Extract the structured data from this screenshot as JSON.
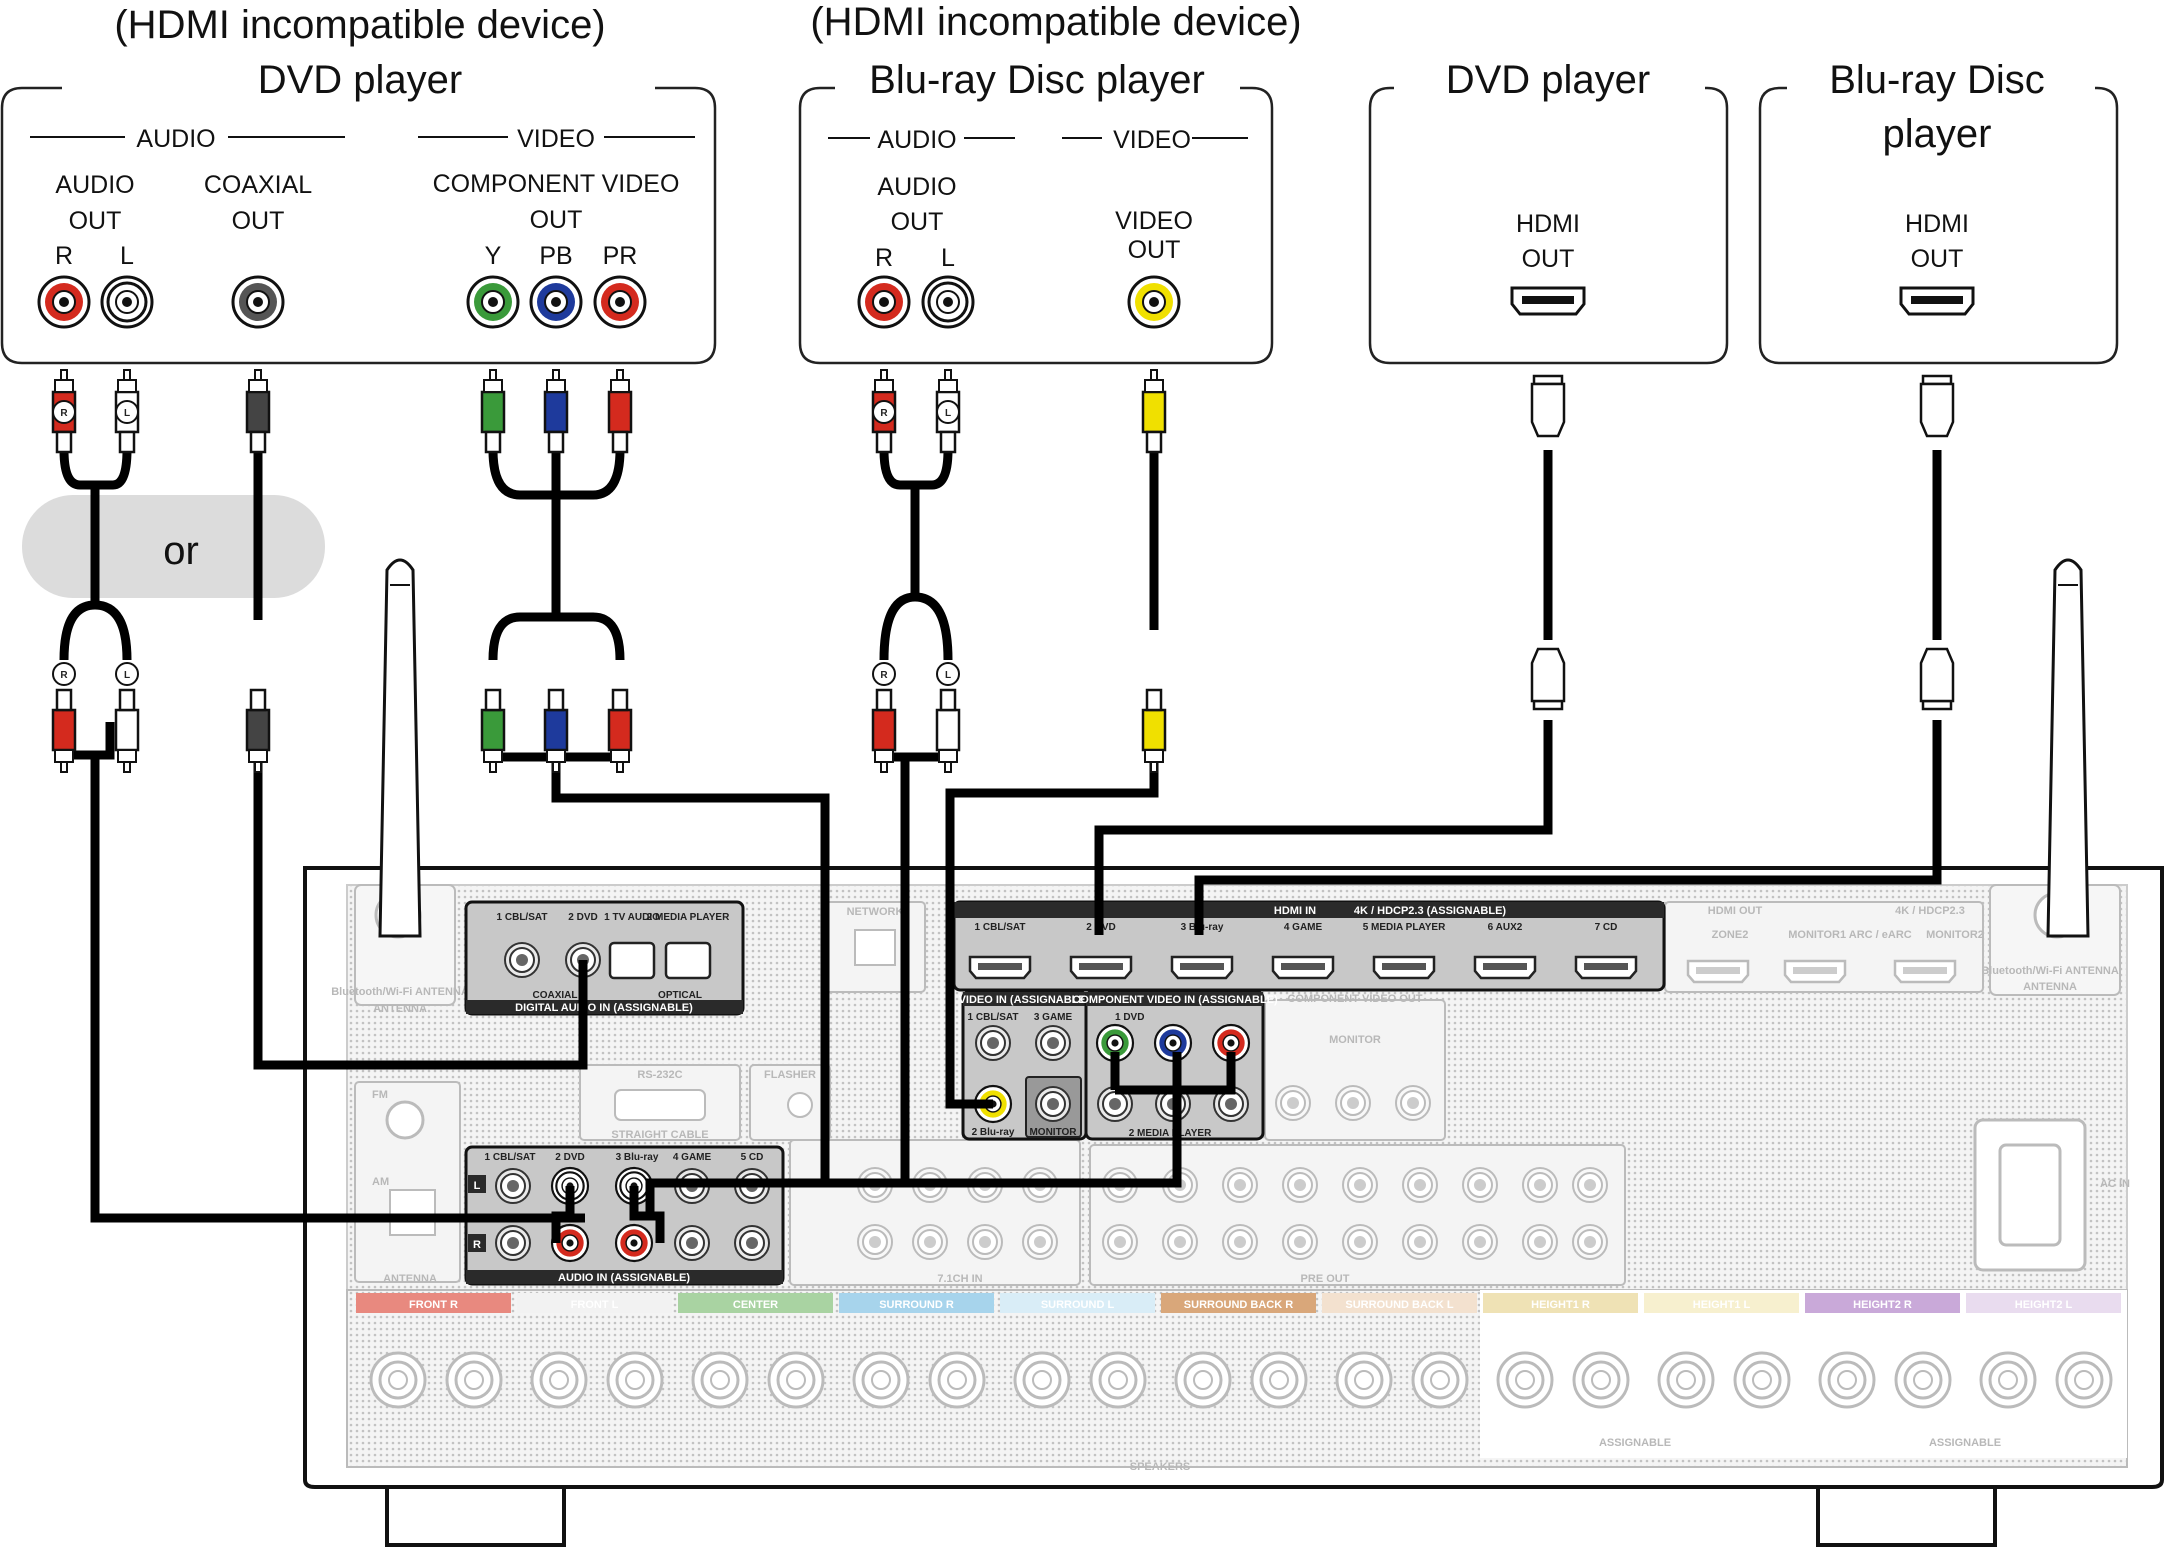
{
  "devices": {
    "dvd_incompat": {
      "note": "(HDMI incompatible device)",
      "title": "DVD player",
      "grp_audio": "AUDIO",
      "grp_video": "VIDEO",
      "audio_out": [
        "AUDIO",
        "OUT"
      ],
      "coax_out": [
        "COAXIAL",
        "OUT"
      ],
      "comp_out": [
        "COMPONENT VIDEO",
        "OUT"
      ],
      "r": "R",
      "l": "L",
      "y": "Y",
      "pb": "PB",
      "pr": "PR"
    },
    "bd_incompat": {
      "note": "(HDMI incompatible device)",
      "title": "Blu-ray Disc player",
      "grp_audio": "AUDIO",
      "grp_video": "VIDEO",
      "audio_out": [
        "AUDIO",
        "OUT"
      ],
      "video_out": [
        "VIDEO",
        "OUT"
      ],
      "r": "R",
      "l": "L"
    },
    "dvd_hdmi": {
      "title": "DVD player",
      "out": [
        "HDMI",
        "OUT"
      ]
    },
    "bd_hdmi": {
      "title_lines": [
        "Blu-ray Disc",
        "player"
      ],
      "out": [
        "HDMI",
        "OUT"
      ]
    }
  },
  "or_label": "or",
  "plug_r": "R",
  "plug_l": "L",
  "receiver": {
    "digital_audio_in": "DIGITAL AUDIO IN (ASSIGNABLE)",
    "dai_inputs": [
      "1 CBL/SAT",
      "2 DVD",
      "1 TV AUDIO",
      "2 MEDIA PLAYER"
    ],
    "coaxial": "COAXIAL",
    "optical": "OPTICAL",
    "network": "NETWORK",
    "rs232c": "RS-232C",
    "straight_cable": "STRAIGHT CABLE",
    "flasher": "FLASHER",
    "hdmi_in": "HDMI IN",
    "hdmi_spec": "4K / HDCP2.3 (ASSIGNABLE)",
    "hdmi_inputs": [
      "1 CBL/SAT",
      "2 DVD",
      "3 Blu-ray",
      "4 GAME",
      "5 MEDIA PLAYER",
      "6 AUX2",
      "7 CD"
    ],
    "hdmi_out": "HDMI OUT",
    "hdmi_out_spec": "4K / HDCP2.3",
    "zone2": "ZONE2",
    "monitor1": "MONITOR1 ARC / eARC",
    "monitor2": "MONITOR2",
    "video_in": "VIDEO IN (ASSIGNABLE)",
    "video_in_inputs": [
      "1 CBL/SAT",
      "3 GAME",
      "2 Blu-ray",
      "MONITOR"
    ],
    "component_in": "COMPONENT VIDEO IN (ASSIGNABLE)",
    "component_in_inputs": [
      "1 DVD",
      "2 MEDIA PLAYER"
    ],
    "component_out": "COMPONENT VIDEO OUT",
    "monitor": "MONITOR",
    "audio_in": "AUDIO IN (ASSIGNABLE)",
    "audio_in_inputs": [
      "1 CBL/SAT",
      "2 DVD",
      "3 Blu-ray",
      "4 GAME",
      "5 CD"
    ],
    "bt_antenna": "Bluetooth/Wi-Fi ANTENNA",
    "antenna": "ANTENNA",
    "fm": "FM",
    "am": "AM",
    "ch71_in": "7.1CH IN",
    "pre_out": "PRE OUT",
    "ac_in": "AC IN",
    "speakers": "SPEAKERS",
    "assignable": "ASSIGNABLE",
    "speaker_labels": [
      "FRONT",
      "FRONT",
      "CENTER",
      "SURROUND",
      "SURROUND",
      "SURROUND BACK",
      "SURROUND BACK",
      "HEIGHT1",
      "HEIGHT1",
      "HEIGHT2",
      "HEIGHT2"
    ],
    "speaker_colors": [
      "#e8897f",
      "#f2f2f2",
      "#a9d3a2",
      "#a7d4ec",
      "#d9edf7",
      "#d9a77a",
      "#f3e1cf",
      "#efe2b5",
      "#f7f0cf",
      "#c9a9d9",
      "#e9dcef"
    ]
  },
  "colors": {
    "red": "#d42a1e",
    "green": "#3a9a3a",
    "blue": "#1e3a9c",
    "yellow": "#f0e000",
    "panel": "#c8c8c8",
    "dark": "#3a3a3a"
  }
}
